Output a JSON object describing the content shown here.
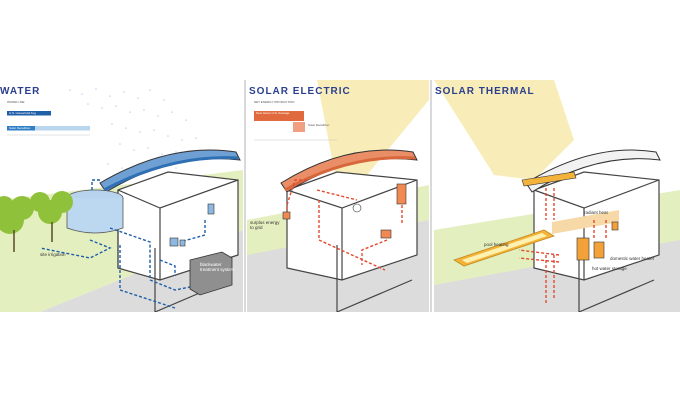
{
  "panels": [
    {
      "title": "WATER",
      "chart_header": "WATER USE",
      "bar_labels": [
        "U.S. Household Avg",
        "Solar Decathlon"
      ],
      "labels": [
        "site irrigation",
        "blackwater treatment system"
      ]
    },
    {
      "title": "SOLAR ELECTRIC",
      "chart_header": "NET ENERGY PRODUCTION",
      "bar_labels": [
        "New Home U.S. Average",
        "Solar Decathlon"
      ],
      "labels": [
        "surplus energy to grid"
      ]
    },
    {
      "title": "SOLAR THERMAL",
      "labels": [
        "radiant heat",
        "pool heating",
        "domestic water heater",
        "hot water storage"
      ]
    }
  ],
  "colors": {
    "title": "#2b3f8f",
    "water_blue": "#1f5fa8",
    "light_blue": "#a8cbe8",
    "grass": "#e4efc0",
    "road": "#dcdcdc",
    "roof_red": "#e07850",
    "sun_yellow": "#f6e8a6",
    "heat_orange": "#f3a23a",
    "flow_red": "#e4492e"
  }
}
